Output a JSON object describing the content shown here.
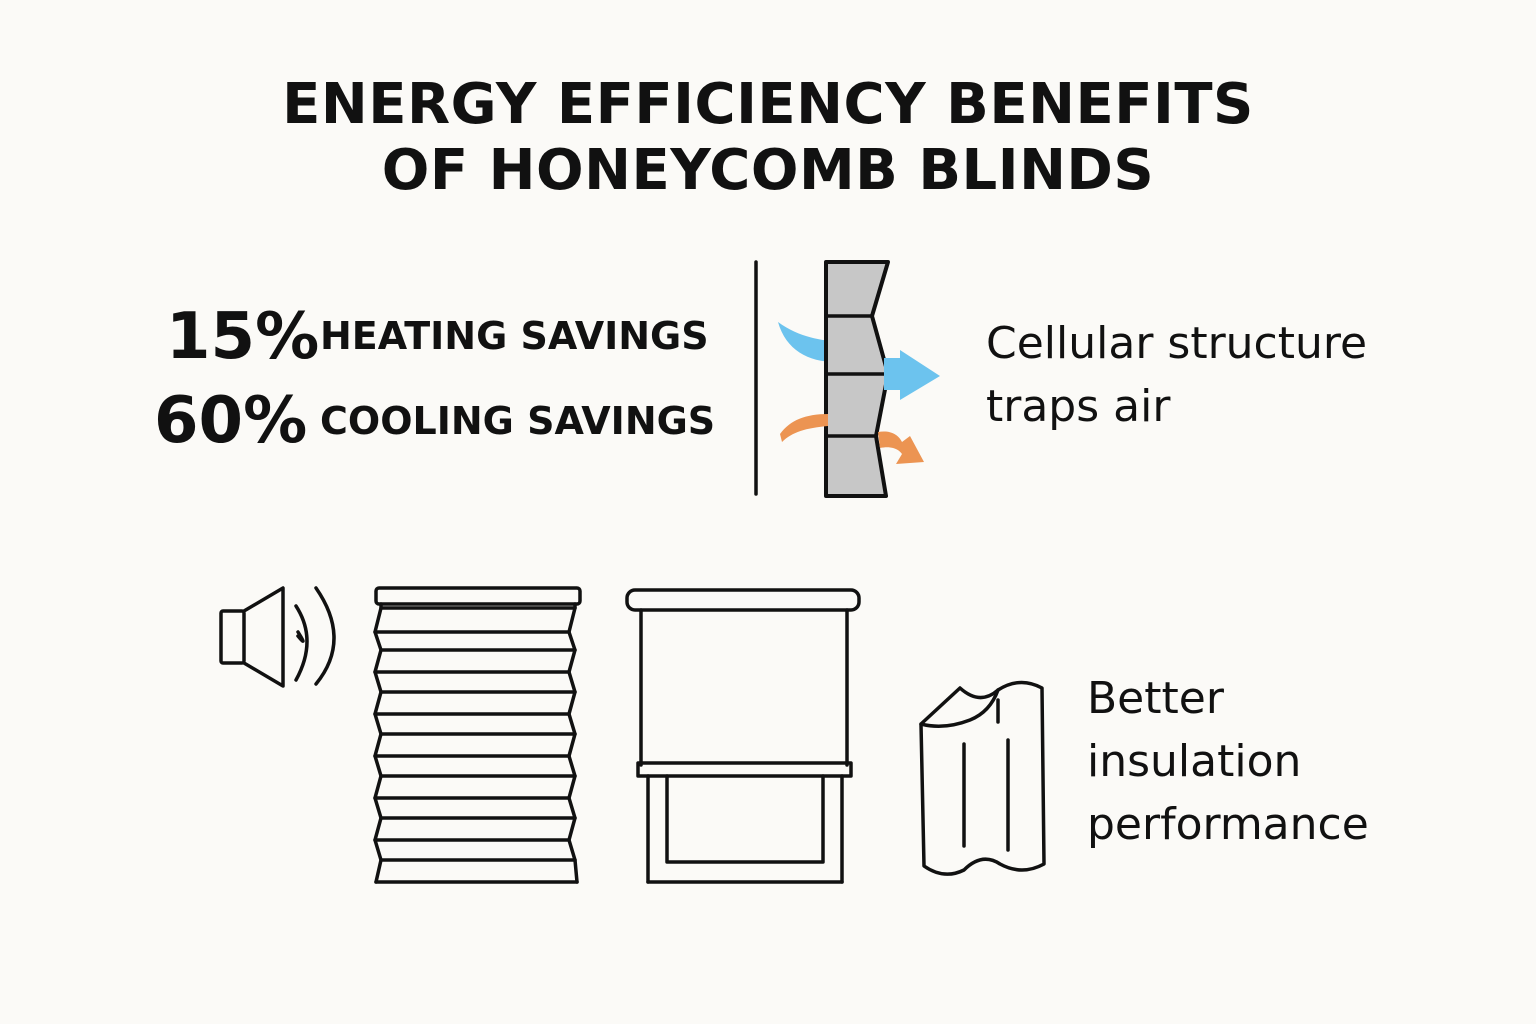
{
  "title": {
    "line1": "ENERGY EFFICIENCY BENEFITS",
    "line2": "OF HONEYCOMB BLINDS"
  },
  "stats": [
    {
      "value": "15%",
      "label": "HEATING SAVINGS"
    },
    {
      "value": "60%",
      "label": "COOLING SAVINGS"
    }
  ],
  "cellular_caption": {
    "line1": "Cellular structure",
    "line2": "traps air"
  },
  "insulation_caption": {
    "line1": "Better",
    "line2": "insulation",
    "line3": "performance"
  },
  "colors": {
    "background": "#fbfaf7",
    "cold_air": "#6cc3ee",
    "warm_air": "#ec9452",
    "cell_fill": "#c7c7c7",
    "ink": "#111111"
  },
  "icons": [
    "wall-icon",
    "honeycomb-cell-icon",
    "cold-air-arrow-icon",
    "warm-air-arrow-icon",
    "speaker-sound-icon",
    "pleated-blind-icon",
    "roller-blind-window-icon",
    "fabric-swatch-icon"
  ]
}
